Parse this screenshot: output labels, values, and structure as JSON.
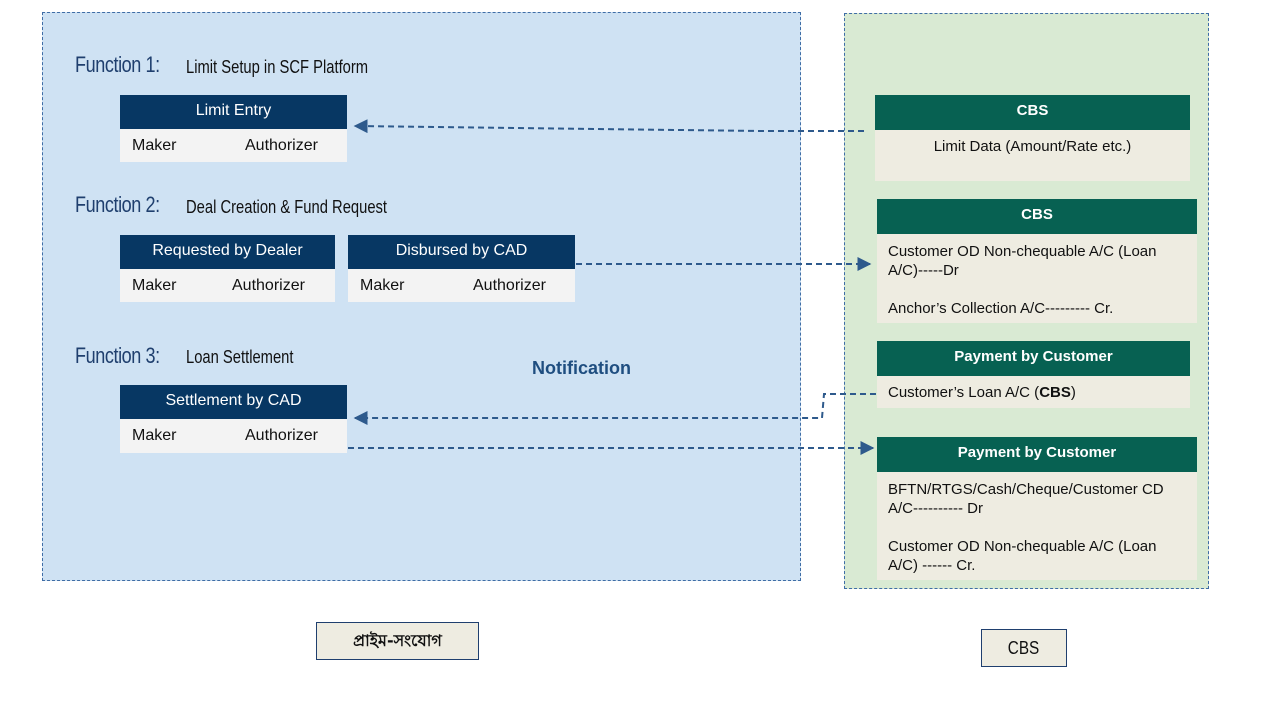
{
  "left_panel": {
    "functions": [
      {
        "number": "Function 1:",
        "desc": "Limit Setup in SCF Platform"
      },
      {
        "number": "Function 2:",
        "desc": "Deal Creation & Fund Request"
      },
      {
        "number": "Function 3:",
        "desc": "Loan Settlement"
      }
    ],
    "limit_entry": {
      "title": "Limit Entry",
      "maker": "Maker",
      "authorizer": "Authorizer"
    },
    "requested_by_dealer": {
      "title": "Requested by Dealer",
      "maker": "Maker",
      "authorizer": "Authorizer"
    },
    "disbursed_by_cad": {
      "title": "Disbursed by CAD",
      "maker": "Maker",
      "authorizer": "Authorizer"
    },
    "settlement_by_cad": {
      "title": "Settlement by CAD",
      "maker": "Maker",
      "authorizer": "Authorizer"
    },
    "notification": "Notification"
  },
  "right_panel": {
    "limit_box": {
      "title": "CBS",
      "text": "Limit Data (Amount/Rate etc.)"
    },
    "disbursement_box": {
      "title": "CBS",
      "line1": "Customer OD Non-chequable A/C (Loan A/C)-----Dr",
      "line2": "Anchor’s Collection A/C--------- Cr."
    },
    "payment_box_1": {
      "title": "Payment by Customer",
      "text_prefix": "Customer’s Loan A/C (",
      "text_bold": "CBS",
      "text_suffix": ")"
    },
    "payment_box_2": {
      "title": "Payment by Customer",
      "line1": "BFTN/RTGS/Cash/Cheque/Customer CD A/C---------- Dr",
      "line2": "Customer OD Non-chequable A/C (Loan A/C) ------ Cr."
    }
  },
  "footer": {
    "left_label": "প্রাইম-সংযোগ",
    "right_label": "CBS"
  },
  "colors": {
    "left_panel_bg": "#cfe2f3",
    "right_panel_bg": "#d9ead3",
    "navy_header": "#073763",
    "teal_header": "#076152",
    "arrow": "#2e5a8c"
  }
}
